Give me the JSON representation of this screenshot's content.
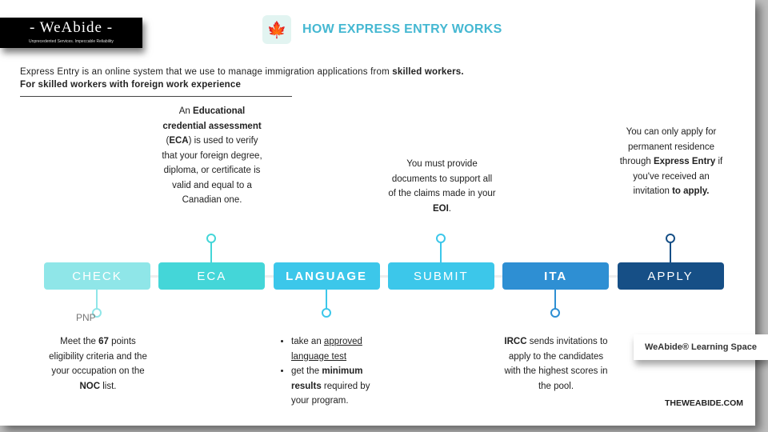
{
  "logo": {
    "name": "- WeAbide -",
    "tagline": "Unprecedented Services. Impeccable Reliability"
  },
  "flag_icon": "canada-map-icon",
  "title": "HOW EXPRESS ENTRY WORKS",
  "intro": {
    "line1": "Express Entry is an online system that we use to manage immigration applications from ",
    "line1_bold": "skilled workers.",
    "line2": "For skilled workers with foreign work experience"
  },
  "steps": [
    {
      "label": "CHECK",
      "color": "#8fe6e8"
    },
    {
      "label": "ECA",
      "color": "#44d6d8"
    },
    {
      "label": "LANGUAGE",
      "color": "#3cc7ea"
    },
    {
      "label": "SUBMIT",
      "color": "#3cc7ea"
    },
    {
      "label": "ITA",
      "color": "#2e8fd3"
    },
    {
      "label": "APPLY",
      "color": "#164f86"
    }
  ],
  "pnp": "PNP",
  "desc": {
    "check": [
      [
        "Meet the ",
        0
      ],
      [
        "67",
        1
      ],
      [
        " points eligibility criteria and the your occupation on the ",
        0
      ],
      [
        "NOC",
        1
      ],
      [
        " list.",
        0
      ]
    ],
    "eca": [
      [
        "An ",
        0
      ],
      [
        "Educational credential assessment",
        1
      ],
      [
        " (",
        0
      ],
      [
        "ECA",
        1
      ],
      [
        ") is used to verify that your foreign degree, diploma, or certificate is valid and equal to a Canadian one.",
        0
      ]
    ],
    "language": [
      [
        [
          "take an ",
          0
        ],
        [
          "approved language test",
          2
        ]
      ],
      [
        [
          "get the ",
          0
        ],
        [
          "minimum results",
          1
        ],
        [
          " required by your program.",
          0
        ]
      ]
    ],
    "submit": [
      [
        "You must provide documents to support all of the claims made in your ",
        0
      ],
      [
        "EOI",
        1
      ],
      [
        ".",
        0
      ]
    ],
    "ita": [
      [
        "IRCC",
        1
      ],
      [
        " sends invitations to apply to the candidates with the highest scores in the pool.",
        0
      ]
    ],
    "apply": [
      [
        "You can only apply for permanent residence through ",
        0
      ],
      [
        "Express Entry",
        1
      ],
      [
        " if you've received an invitation ",
        0
      ],
      [
        "to apply.",
        1
      ]
    ]
  },
  "learning_space": "WeAbide® Learning Space",
  "website": "THEWEABIDE.COM"
}
